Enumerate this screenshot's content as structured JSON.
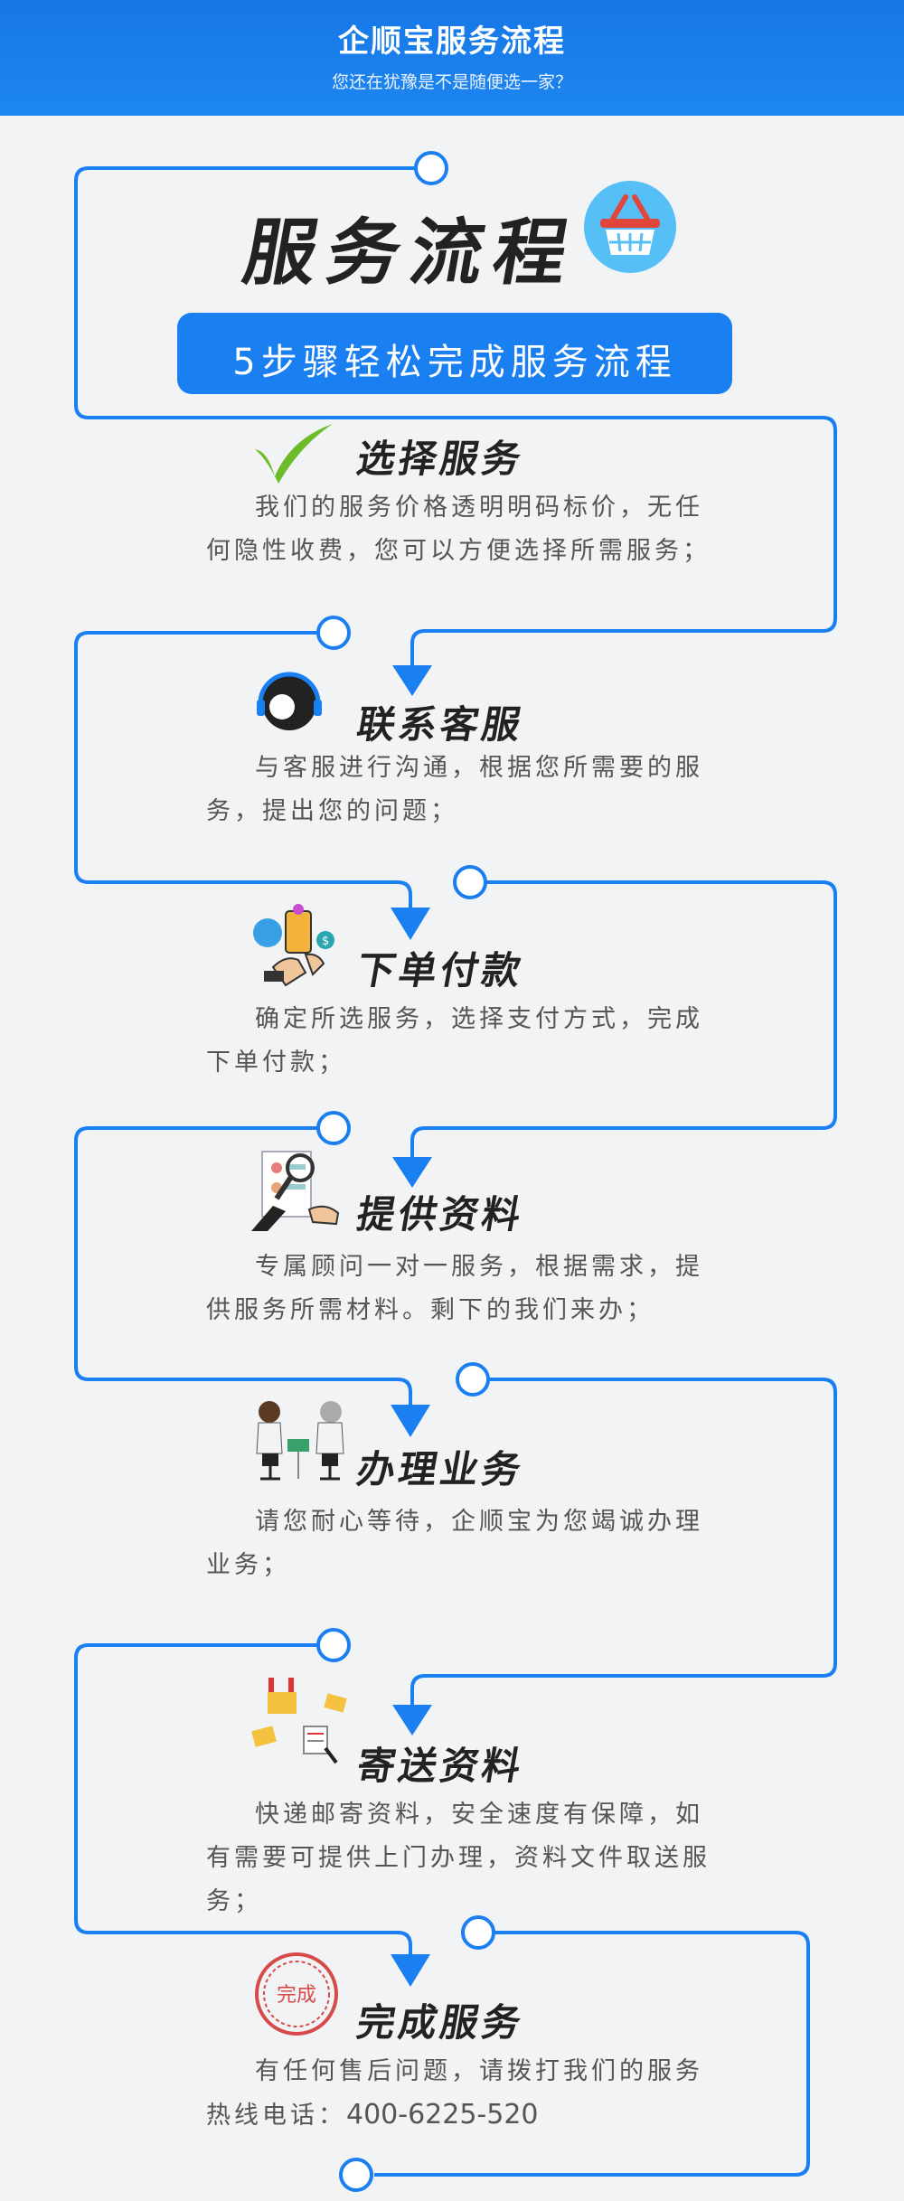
{
  "header": {
    "title": "企顺宝服务流程",
    "subtitle": "您还在犹豫是不是随便选一家？"
  },
  "intro": {
    "big_title": "服务流程",
    "subtitle_box": "5步骤轻松完成服务流程"
  },
  "steps": [
    {
      "title": "选择服务",
      "desc": "我们的服务价格透明明码标价，无任何隐性收费，您可以方便选择所需服务；",
      "icon": "checkmark-icon"
    },
    {
      "title": "联系客服",
      "desc": "与客服进行沟通，根据您所需要的服务，提出您的问题；",
      "icon": "customer-service-headset-icon"
    },
    {
      "title": "下单付款",
      "desc": "确定所选服务，选择支付方式，完成下单付款；",
      "icon": "mobile-payment-icon"
    },
    {
      "title": "提供资料",
      "desc": "专属顾问一对一服务，根据需求，提供服务所需材料。剩下的我们来办；",
      "icon": "magnifier-documents-icon"
    },
    {
      "title": "办理业务",
      "desc": "请您耐心等待，企顺宝为您竭诚办理业务；",
      "icon": "office-workers-icon"
    },
    {
      "title": "寄送资料",
      "desc": "快递邮寄资料，安全速度有保障，如有需要可提供上门办理，资料文件取送服务；",
      "icon": "delivery-parcel-icon"
    },
    {
      "title": "完成服务",
      "desc": "有任何售后问题，请拨打我们的服务热线电话：",
      "phone": "400-6225-520",
      "icon": "completed-stamp-icon",
      "stamp_text": "完成"
    }
  ],
  "colors": {
    "accent": "#1a7ff0",
    "line": "#1a7ff0"
  }
}
